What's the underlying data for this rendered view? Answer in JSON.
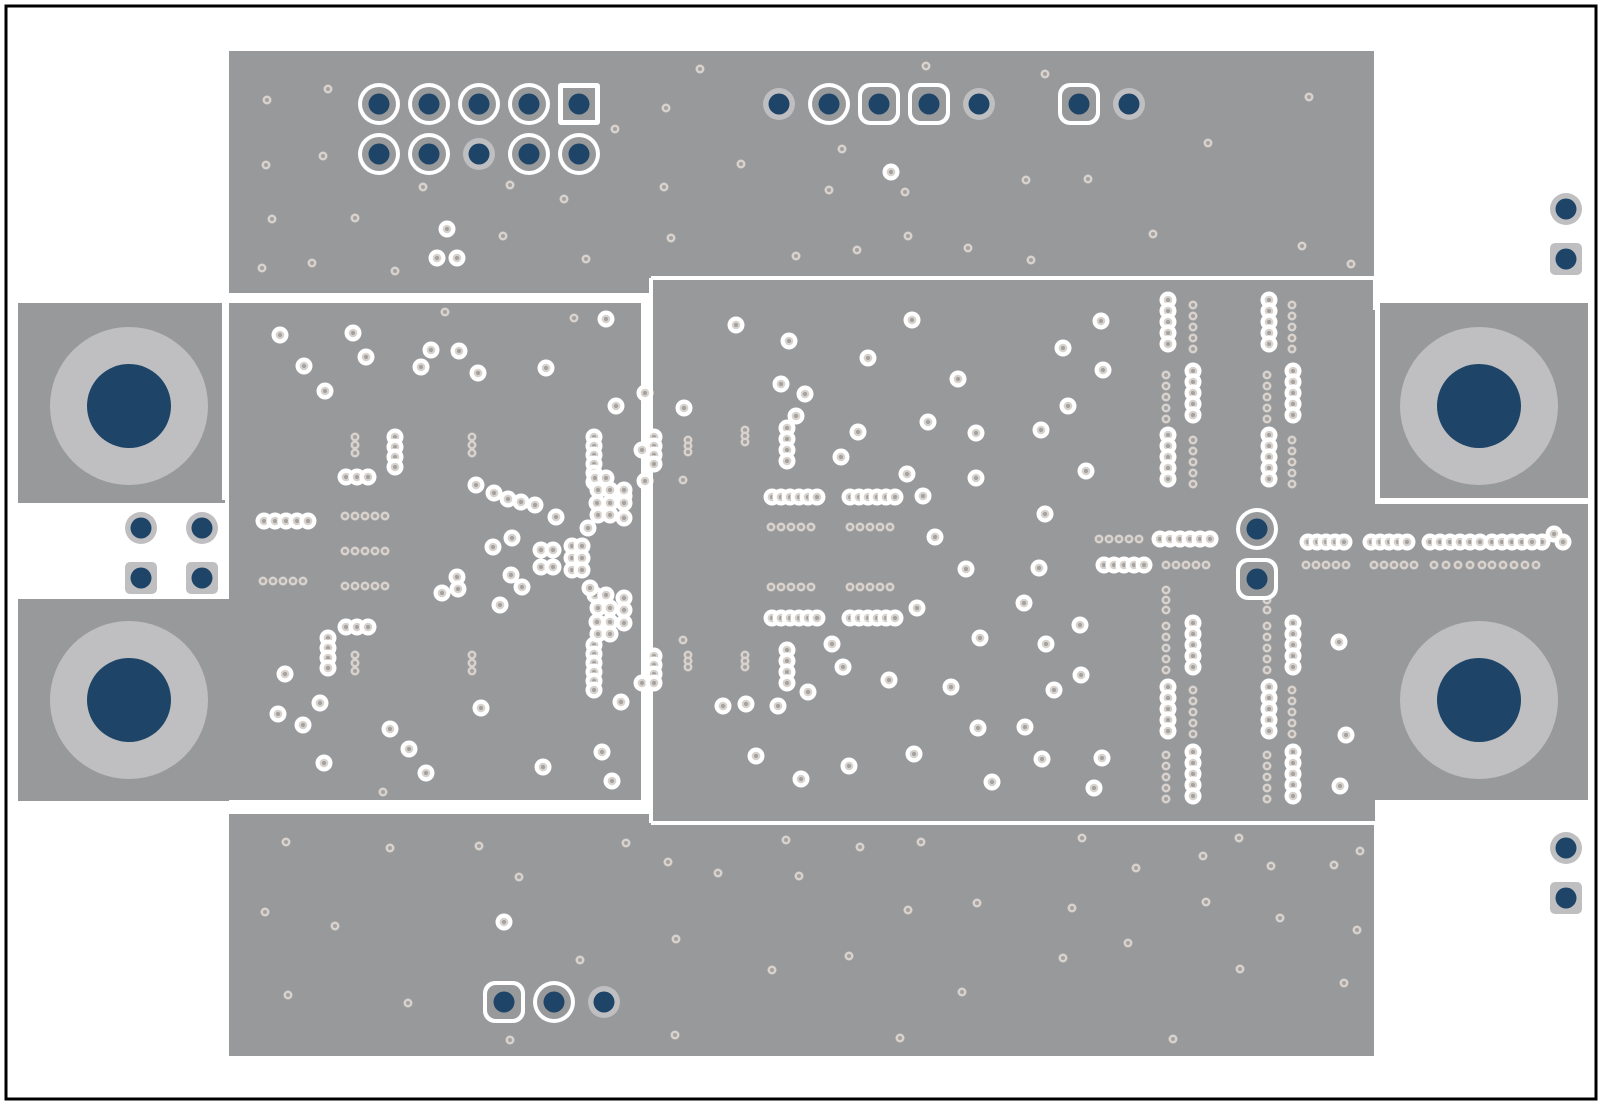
{
  "colors": {
    "background": "#ffffff",
    "outline": "#000000",
    "copper": "#98999b",
    "clearance": "#ffffff",
    "pad_ring": "#bfbfc1",
    "drill": "#1e4467",
    "small_via_ring": "#d7d2cd",
    "small_via_hole": "#a6a29f"
  },
  "layers": {
    "copper_pour": "copper",
    "clearance": "clearance",
    "annular_ring": "pad-ring",
    "drill_hole": "drill"
  },
  "connectors": {
    "header_left_top": {
      "rows": 2,
      "cols": 5,
      "pin1_shape": "square"
    },
    "header_top_middle": {
      "rows": 1,
      "cols": 5,
      "square_pads": 2
    },
    "header_top_right": {
      "rows": 1,
      "cols": 2,
      "square_pads": 1
    },
    "header_bottom": {
      "rows": 1,
      "cols": 3,
      "square_pads": 1
    },
    "mount_holes": {
      "count": 4,
      "icon": "mounting-hole-icon"
    }
  }
}
